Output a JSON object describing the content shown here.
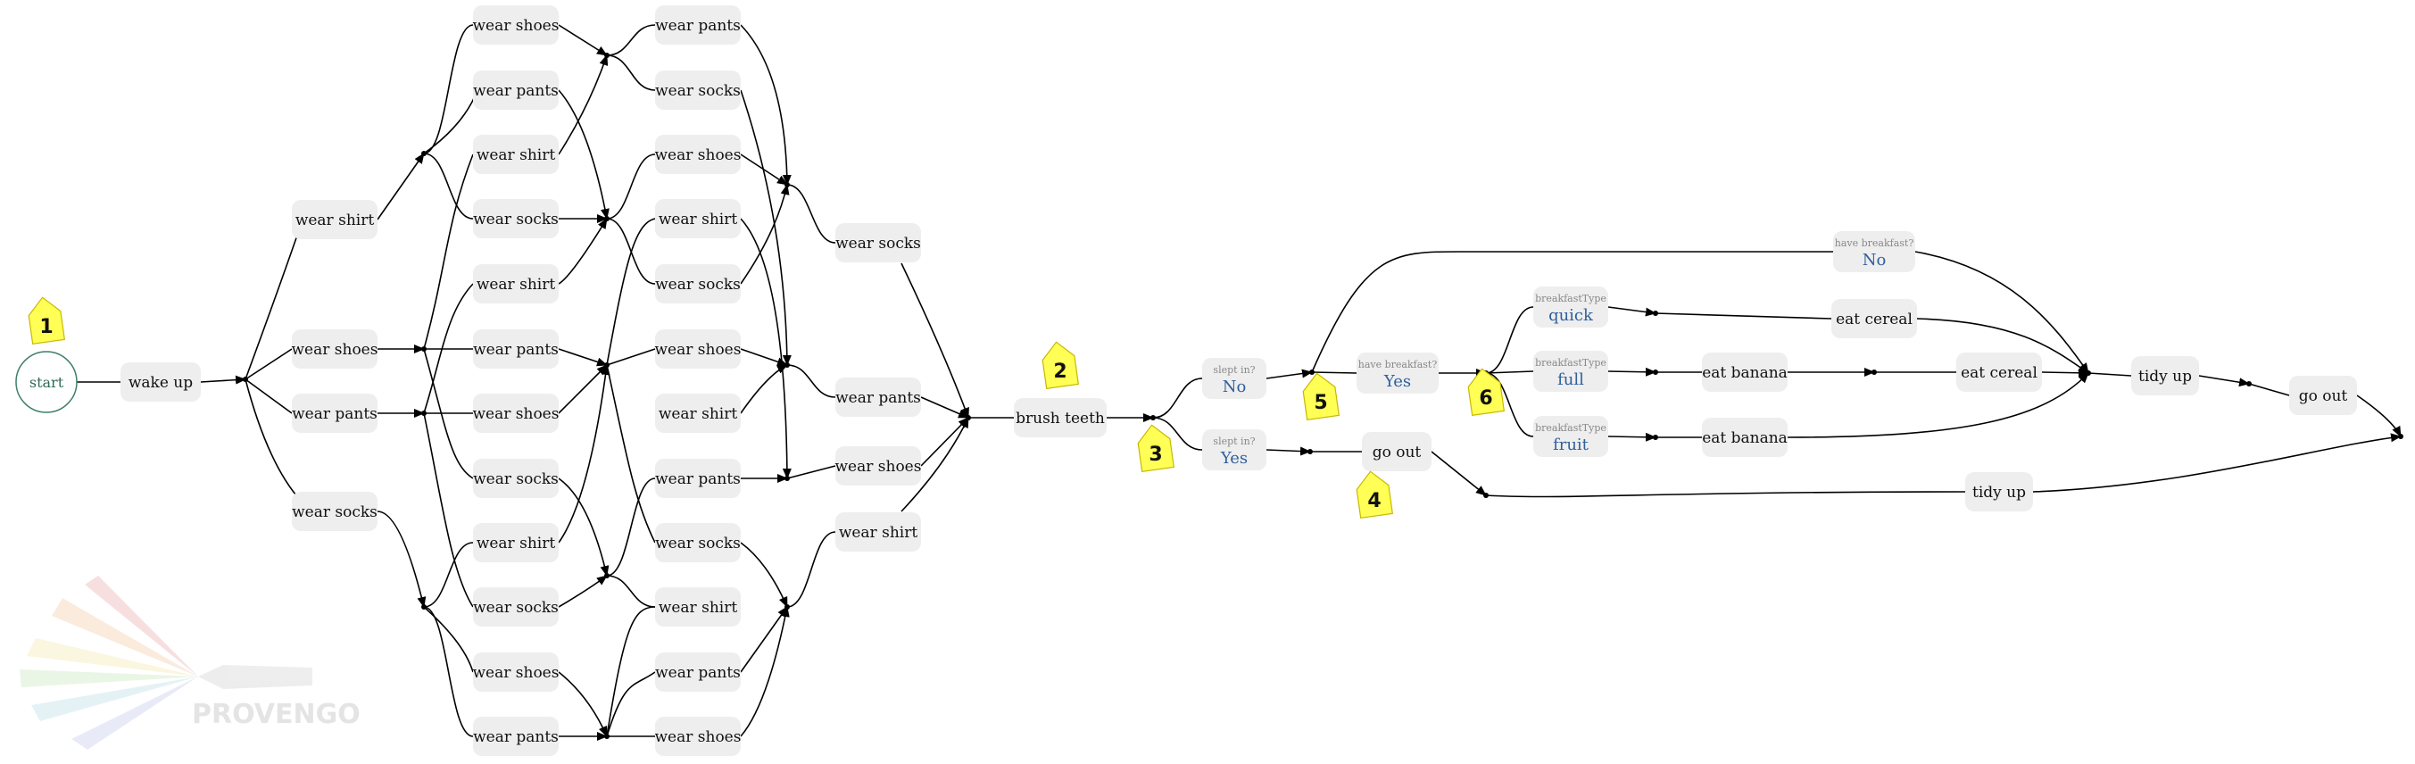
{
  "colors": {
    "node_fill": "#eeeeee",
    "start_stroke": "#3f7f6a",
    "start_text": "#2e6b58",
    "value_text": "#2f5f9b",
    "callout_fill": "#ffff55",
    "edge": "#000000"
  },
  "start": {
    "label": "start"
  },
  "callouts": [
    "1",
    "2",
    "3",
    "4",
    "5",
    "6"
  ],
  "nodes": {
    "wake_up": "wake up",
    "n1_shirt": "wear shirt",
    "n1_shoes": "wear shoes",
    "n1_pants": "wear pants",
    "n1_socks": "wear socks",
    "c2_shoes_a": "wear shoes",
    "c2_pants_a": "wear pants",
    "c2_shirt_a": "wear shirt",
    "c2_socks_a": "wear socks",
    "c2_shirt_b": "wear shirt",
    "c2_pants_b": "wear pants",
    "c2_shoes_b": "wear shoes",
    "c2_socks_b": "wear socks",
    "c2_shirt_c": "wear shirt",
    "c2_socks_c": "wear socks",
    "c2_shoes_c": "wear shoes",
    "c2_pants_c": "wear pants",
    "c3_pants_a": "wear pants",
    "c3_socks_a": "wear socks",
    "c3_shoes_a": "wear shoes",
    "c3_shirt_a": "wear shirt",
    "c3_socks_b": "wear socks",
    "c3_shoes_b": "wear shoes",
    "c3_shirt_b": "wear shirt",
    "c3_pants_b": "wear pants",
    "c3_socks_c": "wear socks",
    "c3_shirt_c": "wear shirt",
    "c3_pants_c": "wear pants",
    "c3_shoes_c": "wear shoes",
    "c4_socks": "wear socks",
    "c4_pants": "wear pants",
    "c4_shoes": "wear shoes",
    "c4_shirt": "wear shirt",
    "brush_teeth": "brush teeth",
    "go_out_mid": "go out",
    "eat_cereal_top": "eat cereal",
    "eat_banana_full": "eat banana",
    "eat_cereal_full": "eat cereal",
    "eat_banana_fruit": "eat banana",
    "tidy_up_main": "tidy up",
    "go_out_end": "go out",
    "tidy_up_bottom": "tidy up"
  },
  "choices": {
    "slept_no": {
      "question": "slept in?",
      "value": "No"
    },
    "slept_yes": {
      "question": "slept in?",
      "value": "Yes"
    },
    "breakfast_yes": {
      "question": "have breakfast?",
      "value": "Yes"
    },
    "breakfast_no": {
      "question": "have breakfast?",
      "value": "No"
    },
    "type_quick": {
      "question": "breakfastType",
      "value": "quick"
    },
    "type_full": {
      "question": "breakfastType",
      "value": "full"
    },
    "type_fruit": {
      "question": "breakfastType",
      "value": "fruit"
    }
  },
  "logo": {
    "text": "PROVENGO"
  }
}
